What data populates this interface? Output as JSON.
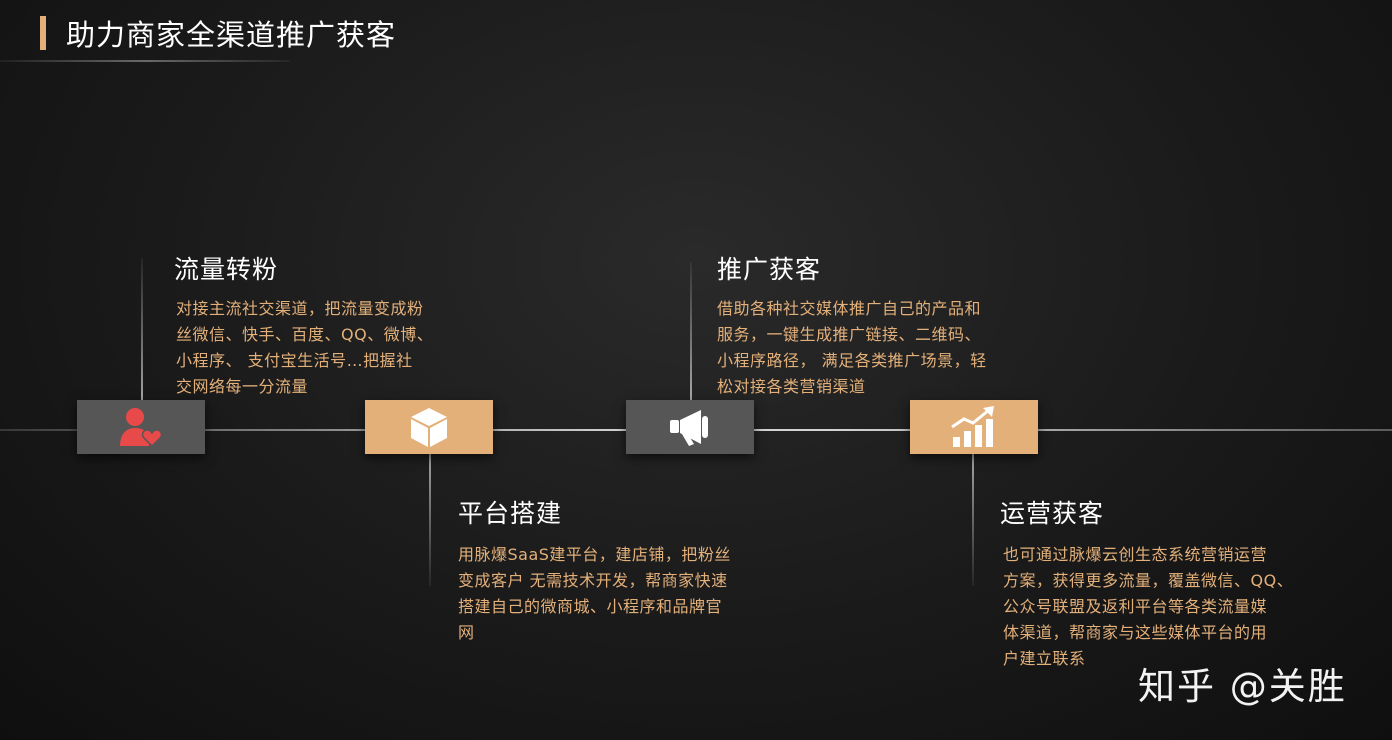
{
  "header": {
    "title": "助力商家全渠道推广获客"
  },
  "steps": [
    {
      "title": "流量转粉",
      "icon": "user-heart-icon",
      "lines": [
        "对接主流社交渠道，把流量变成粉",
        "丝微信、快手、百度、QQ、微博、",
        "小程序、 支付宝生活号…把握社",
        "交网络每一分流量"
      ]
    },
    {
      "title": "平台搭建",
      "icon": "cube-icon",
      "lines": [
        "用脉爆SaaS建平台，建店铺，把粉丝",
        "变成客户 无需技术开发，帮商家快速",
        "搭建自己的微商城、小程序和品牌官",
        "网"
      ]
    },
    {
      "title": "推广获客",
      "icon": "megaphone-icon",
      "lines": [
        "借助各种社交媒体推广自己的产品和",
        "服务，一键生成推广链接、二维码、",
        "小程序路径， 满足各类推广场景，轻",
        "松对接各类营销渠道"
      ]
    },
    {
      "title": "运营获客",
      "icon": "growth-chart-icon",
      "lines": [
        "也可通过脉爆云创生态系统营销运营",
        "方案，获得更多流量，覆盖微信、QQ、",
        "公众号联盟及返利平台等各类流量媒",
        "体渠道，帮商家与这些媒体平台的用",
        "户建立联系"
      ]
    }
  ],
  "colors": {
    "accent": "#e3b07a",
    "box_gray": "#565656",
    "icon_red": "#e84a4a",
    "background": "#1a1a1a"
  },
  "watermark": "知乎 @关胜"
}
